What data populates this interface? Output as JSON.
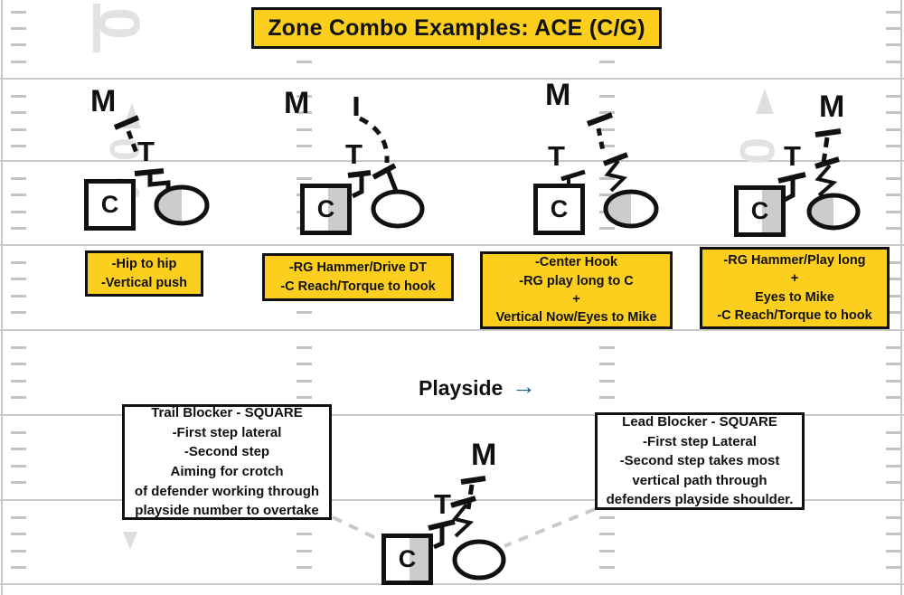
{
  "title": "Zone Combo Examples: ACE (C/G)",
  "playside": {
    "label": "Playside",
    "arrow": "→"
  },
  "players": {
    "mike": "M",
    "tackle": "T",
    "center": "C"
  },
  "captions": [
    {
      "text": "-Hip to hip\n-Vertical push"
    },
    {
      "text": "-RG Hammer/Drive DT\n-C Reach/Torque to hook"
    },
    {
      "text": "-Center Hook\n-RG play long to C\n+\nVertical Now/Eyes to Mike"
    },
    {
      "text": "-RG Hammer/Play long\n+\nEyes to Mike\n-C Reach/Torque to hook"
    }
  ],
  "notes": {
    "trail": "Trail Blocker - SQUARE\n-First step lateral\n-Second step\nAiming for crotch\nof defender working through\nplayside number to overtake",
    "lead": "Lead Blocker - SQUARE\n-First step Lateral\n-Second step takes most\nvertical path through\ndefenders playside shoulder."
  },
  "field_marks": {
    "top_left_digit": "0",
    "left_digits": [
      "0",
      "4"
    ],
    "right_digits": [
      "0",
      "4"
    ]
  },
  "colors": {
    "accent_yellow": "#FCCF1E",
    "arrow_blue": "#175E8C",
    "field_line_gray": "#c9c9c9",
    "shade_gray": "#cccccc"
  }
}
